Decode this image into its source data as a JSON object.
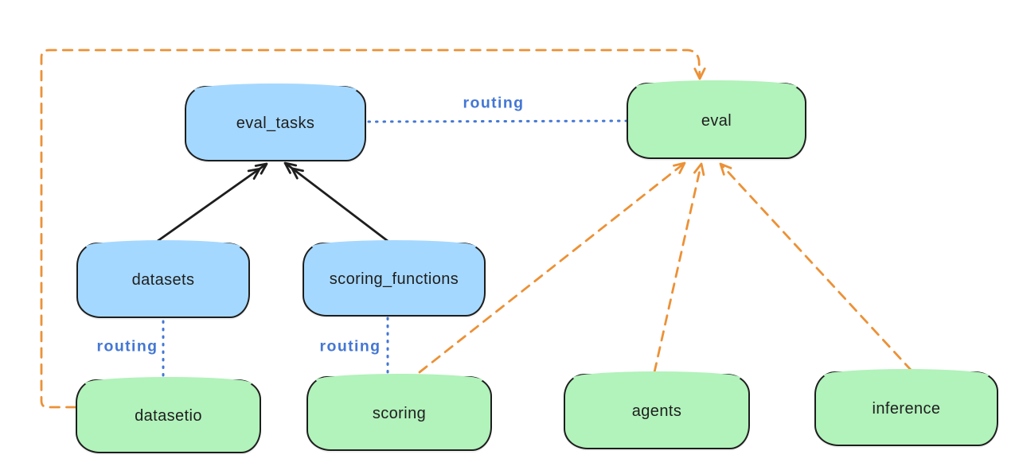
{
  "diagram": {
    "nodes": {
      "eval_tasks": {
        "label": "eval_tasks",
        "kind": "resource"
      },
      "eval": {
        "label": "eval",
        "kind": "api"
      },
      "datasets": {
        "label": "datasets",
        "kind": "resource"
      },
      "scoring_functions": {
        "label": "scoring_functions",
        "kind": "resource"
      },
      "datasetio": {
        "label": "datasetio",
        "kind": "api"
      },
      "scoring": {
        "label": "scoring",
        "kind": "api"
      },
      "agents": {
        "label": "agents",
        "kind": "api"
      },
      "inference": {
        "label": "inference",
        "kind": "api"
      }
    },
    "edge_labels": {
      "top": {
        "text": "routing"
      },
      "datasets": {
        "text": "routing"
      },
      "scoring": {
        "text": "routing"
      }
    },
    "edges": [
      {
        "from": "eval_tasks",
        "to": "eval",
        "style": "dotted-blue",
        "label": "routing"
      },
      {
        "from": "datasets",
        "to": "datasetio",
        "style": "dotted-blue",
        "label": "routing"
      },
      {
        "from": "scoring_functions",
        "to": "scoring",
        "style": "dotted-blue",
        "label": "routing"
      },
      {
        "from": "datasets",
        "to": "eval_tasks",
        "style": "solid-black-arrow"
      },
      {
        "from": "scoring_functions",
        "to": "eval_tasks",
        "style": "solid-black-arrow"
      },
      {
        "from": "datasetio",
        "to": "eval",
        "style": "dashed-orange-arrow"
      },
      {
        "from": "scoring",
        "to": "eval",
        "style": "dashed-orange-arrow"
      },
      {
        "from": "agents",
        "to": "eval",
        "style": "dashed-orange-arrow"
      },
      {
        "from": "inference",
        "to": "eval",
        "style": "dashed-orange-arrow"
      }
    ],
    "colors": {
      "background": "#ffffff",
      "stroke": "#1e1e1e",
      "blue_node_fill": "#a5d8ff",
      "green_node_fill": "#b2f2bb",
      "routing_label_blue": "#4477d4",
      "orange_arrow": "#ec9136",
      "black_arrow": "#1e1e1e"
    }
  }
}
